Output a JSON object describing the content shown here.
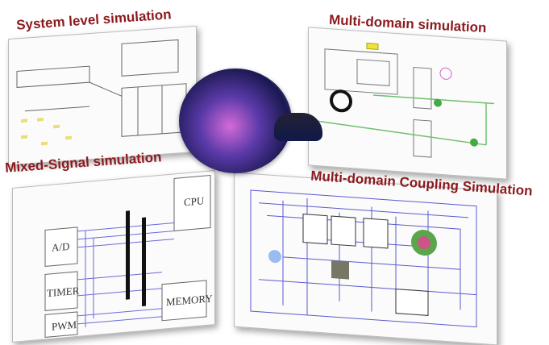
{
  "titles": {
    "system": "System level simulation",
    "multi_domain": "Multi-domain simulation",
    "mixed_signal": "Mixed-Signal simulation",
    "coupling": "Multi-domain  Coupling Simulation"
  },
  "mixed_signal_blocks": {
    "cpu": "CPU",
    "ad": "A/D",
    "timer": "TIMER",
    "pwm": "PWM",
    "memory": "MEMORY"
  },
  "colors": {
    "title": "#8b1a1e",
    "wire": "#5a5ad0",
    "fluid": "#6fbf6f"
  }
}
